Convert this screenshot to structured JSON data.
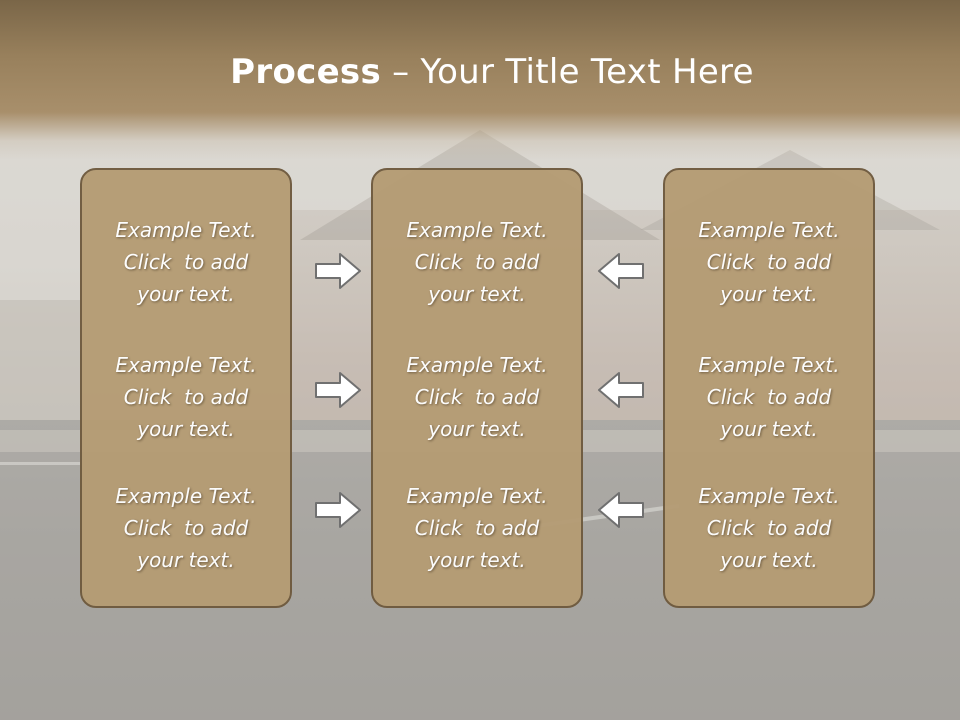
{
  "title": {
    "bold": "Process",
    "rest": " – Your Title Text Here"
  },
  "columns": [
    {
      "items": [
        {
          "l1": "Example Text.",
          "l2": "Click  to add",
          "l3": "your text."
        },
        {
          "l1": "Example Text.",
          "l2": "Click  to add",
          "l3": "your text."
        },
        {
          "l1": "Example Text.",
          "l2": "Click  to add",
          "l3": "your text."
        }
      ]
    },
    {
      "items": [
        {
          "l1": "Example Text.",
          "l2": "Click  to add",
          "l3": "your text."
        },
        {
          "l1": "Example Text.",
          "l2": "Click  to add",
          "l3": "your text."
        },
        {
          "l1": "Example Text.",
          "l2": "Click  to add",
          "l3": "your text."
        }
      ]
    },
    {
      "items": [
        {
          "l1": "Example Text.",
          "l2": "Click  to add",
          "l3": "your text."
        },
        {
          "l1": "Example Text.",
          "l2": "Click  to add",
          "l3": "your text."
        },
        {
          "l1": "Example Text.",
          "l2": "Click  to add",
          "l3": "your text."
        }
      ]
    }
  ],
  "colors": {
    "header": "#98805c",
    "box": "#b59c74",
    "box_border": "#6e5a3e",
    "text": "#ffffff",
    "arrow_fill": "#ffffff",
    "arrow_stroke": "#707070"
  },
  "icons": {
    "right": "arrow-right-icon",
    "left": "arrow-left-icon"
  }
}
